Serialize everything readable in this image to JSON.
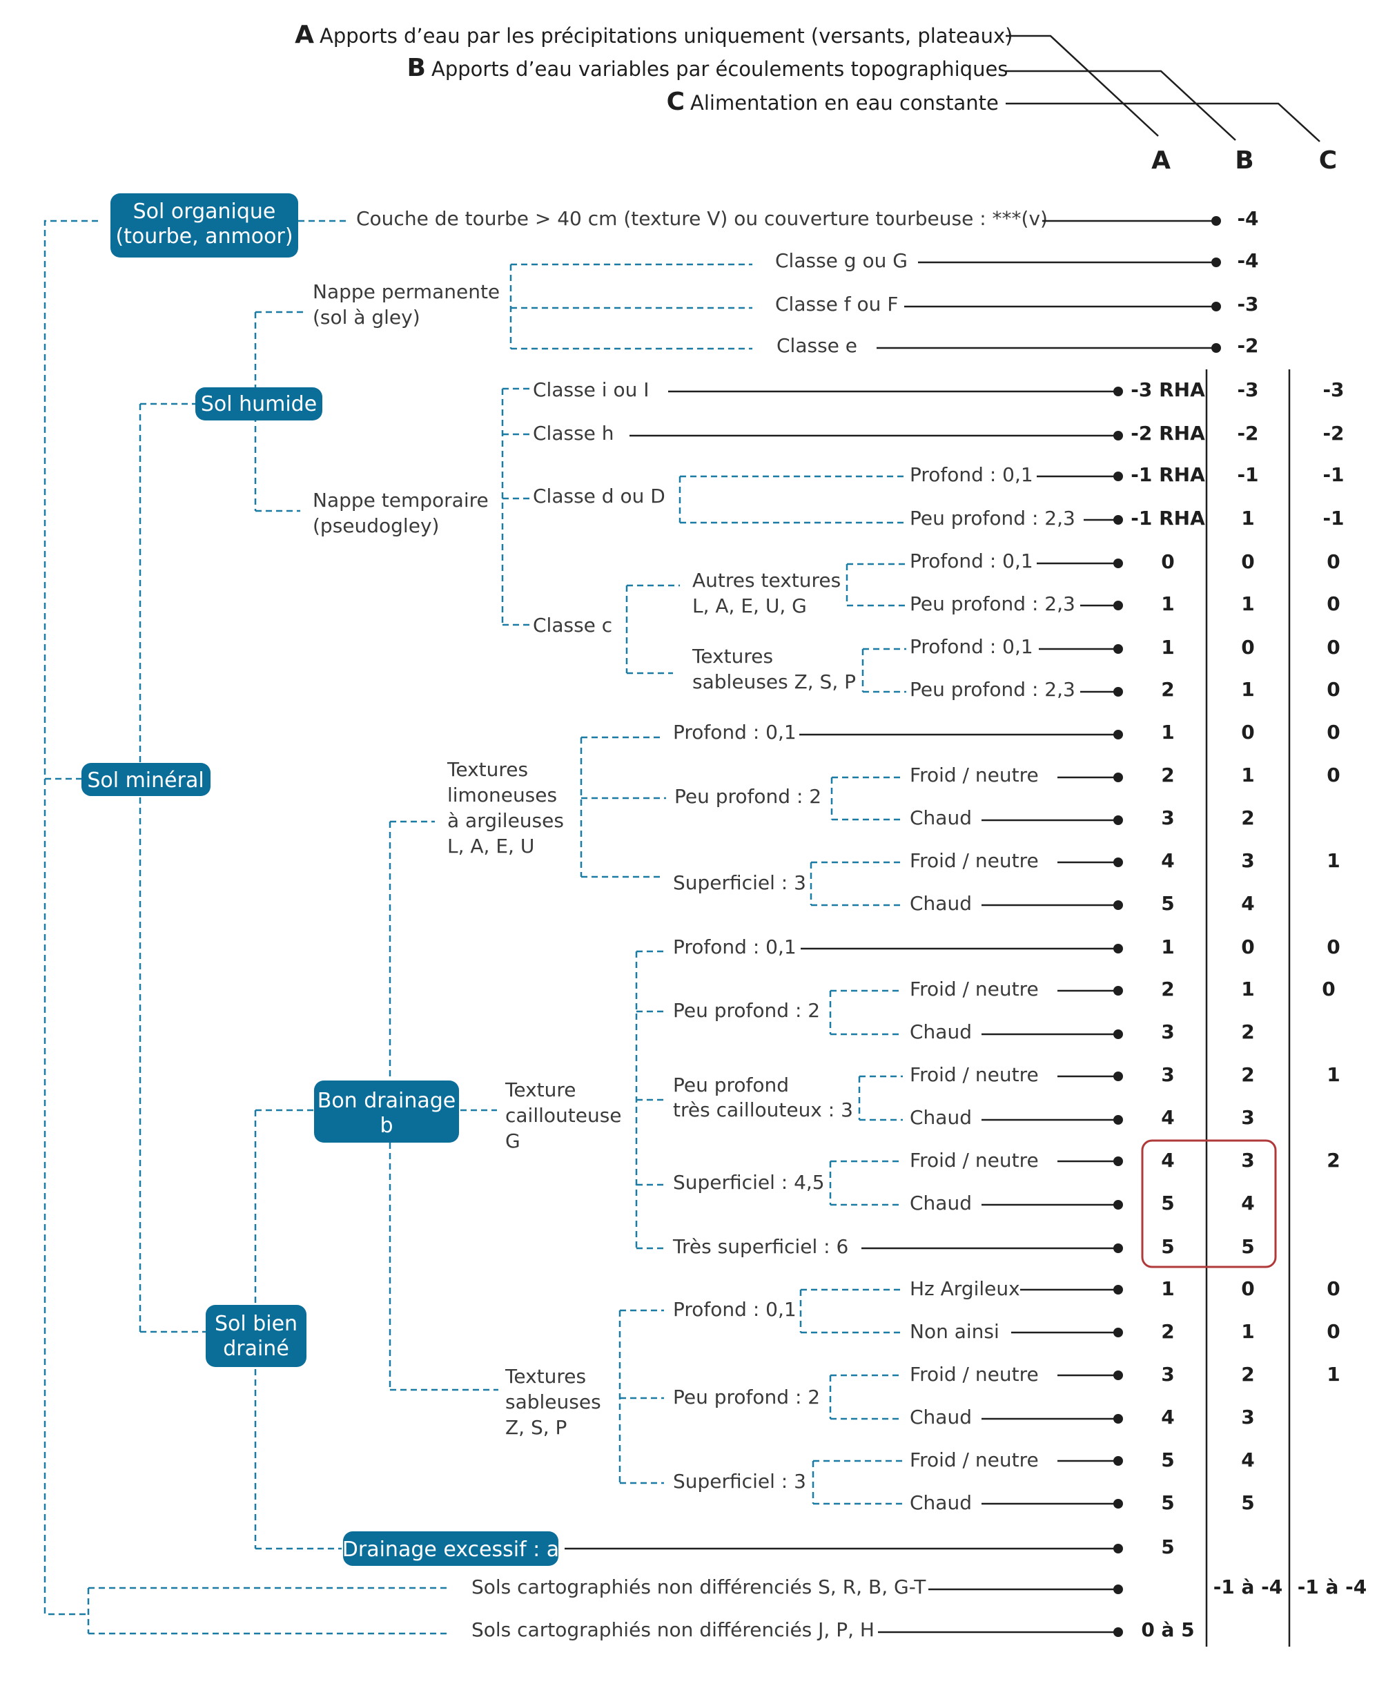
{
  "legend": {
    "A": {
      "letter": "A",
      "text": "Apports d’eau par les précipitations uniquement (versants, plateaux)"
    },
    "B": {
      "letter": "B",
      "text": "Apports d’eau variables par écoulements topographiques"
    },
    "C": {
      "letter": "C",
      "text": "Alimentation en eau constante"
    }
  },
  "columns": {
    "A": "A",
    "B": "B",
    "C": "C"
  },
  "boxes": {
    "organique_1": "Sol organique",
    "organique_2": "(tourbe, anmoor)",
    "mineral": "Sol minéral",
    "humide": "Sol humide",
    "bien_draine_1": "Sol bien",
    "bien_draine_2": "drainé",
    "bon_drainage_1": "Bon drainage",
    "bon_drainage_2": "b",
    "drainage_excessif": "Drainage excessif : a"
  },
  "labels": {
    "tourbe": "Couche de tourbe > 40 cm (texture V) ou couverture tourbeuse : ***(v)",
    "nappe_perm_1": "Nappe permanente",
    "nappe_perm_2": "(sol à gley)",
    "classe_g": "Classe g ou G",
    "classe_f": "Classe f ou F",
    "classe_e": "Classe e",
    "nappe_temp_1": "Nappe temporaire",
    "nappe_temp_2": "(pseudogley)",
    "classe_i": "Classe i ou I",
    "classe_h": "Classe h",
    "classe_d": "Classe d ou D",
    "classe_c": "Classe c",
    "autres_tex_1": "Autres textures",
    "autres_tex_2": "L, A, E, U, G",
    "tex_sab_1": "Textures",
    "tex_sab_2": "sableuses Z, S, P",
    "tex_lim_1": "Textures",
    "tex_lim_2": "limoneuses",
    "tex_lim_3": "à argileuses",
    "tex_lim_4": "L, A, E, U",
    "tex_caill_1": "Texture",
    "tex_caill_2": "caillouteuse",
    "tex_caill_3": "G",
    "tex_sab2_1": "Textures",
    "tex_sab2_2": "sableuses",
    "tex_sab2_3": "Z, S, P",
    "profond_01": "Profond : 0,1",
    "peu_profond_23": "Peu profond : 2,3",
    "peu_profond_2": "Peu profond : 2",
    "superficiel_3": "Superficiel : 3",
    "peu_prof_caill_1": "Peu profond",
    "peu_prof_caill_2": "très caillouteux : 3",
    "superficiel_45": "Superficiel : 4,5",
    "tres_superficiel": "Très superficiel : 6",
    "froid": "Froid / neutre",
    "chaud": "Chaud",
    "hz_argileux": "Hz Argileux",
    "non_ainsi": "Non ainsi",
    "sols_srbgt": "Sols cartographiés non différenciés S, R, B, G-T",
    "sols_jph": "Sols cartographiés non différenciés J, P, H"
  },
  "values": {
    "r01": {
      "A": "",
      "B": "-4",
      "C": ""
    },
    "r02": {
      "A": "",
      "B": "-4",
      "C": ""
    },
    "r03": {
      "A": "",
      "B": "-3",
      "C": ""
    },
    "r04": {
      "A": "",
      "B": "-2",
      "C": ""
    },
    "r05": {
      "A": "-3 RHA",
      "B": "-3",
      "C": "-3"
    },
    "r06": {
      "A": "-2 RHA",
      "B": "-2",
      "C": "-2"
    },
    "r07": {
      "A": "-1 RHA",
      "B": "-1",
      "C": "-1"
    },
    "r08": {
      "A": "-1 RHA",
      "B": "1",
      "C": "-1"
    },
    "r09": {
      "A": "0",
      "B": "0",
      "C": "0"
    },
    "r10": {
      "A": "1",
      "B": "1",
      "C": "0"
    },
    "r11": {
      "A": "1",
      "B": "0",
      "C": "0"
    },
    "r12": {
      "A": "2",
      "B": "1",
      "C": "0"
    },
    "r13": {
      "A": "1",
      "B": "0",
      "C": "0"
    },
    "r14": {
      "A": "2",
      "B": "1",
      "C": "0"
    },
    "r15": {
      "A": "3",
      "B": "2",
      "C": ""
    },
    "r16": {
      "A": "4",
      "B": "3",
      "C": "1"
    },
    "r17": {
      "A": "5",
      "B": "4",
      "C": ""
    },
    "r18": {
      "A": "1",
      "B": "0",
      "C": "0"
    },
    "r19": {
      "A": "2",
      "B": "1",
      "C": "0"
    },
    "r20": {
      "A": "3",
      "B": "2",
      "C": ""
    },
    "r21": {
      "A": "3",
      "B": "2",
      "C": "1"
    },
    "r22": {
      "A": "4",
      "B": "3",
      "C": ""
    },
    "r23": {
      "A": "4",
      "B": "3",
      "C": "2"
    },
    "r24": {
      "A": "5",
      "B": "4",
      "C": ""
    },
    "r25": {
      "A": "5",
      "B": "5",
      "C": ""
    },
    "r26": {
      "A": "1",
      "B": "0",
      "C": "0"
    },
    "r27": {
      "A": "2",
      "B": "1",
      "C": "0"
    },
    "r28": {
      "A": "3",
      "B": "2",
      "C": "1"
    },
    "r29": {
      "A": "4",
      "B": "3",
      "C": ""
    },
    "r30": {
      "A": "5",
      "B": "4",
      "C": ""
    },
    "r31": {
      "A": "5",
      "B": "5",
      "C": ""
    },
    "r32": {
      "A": "5",
      "B": "",
      "C": ""
    },
    "r33": {
      "A": "",
      "B": "-1 à -4",
      "C": "-1 à -4"
    },
    "r34": {
      "A": "0 à 5",
      "B": "",
      "C": ""
    }
  },
  "colors": {
    "box": "#0b6e99",
    "dashed_line": "#1a7ba5",
    "highlight": "#b03a3a"
  }
}
